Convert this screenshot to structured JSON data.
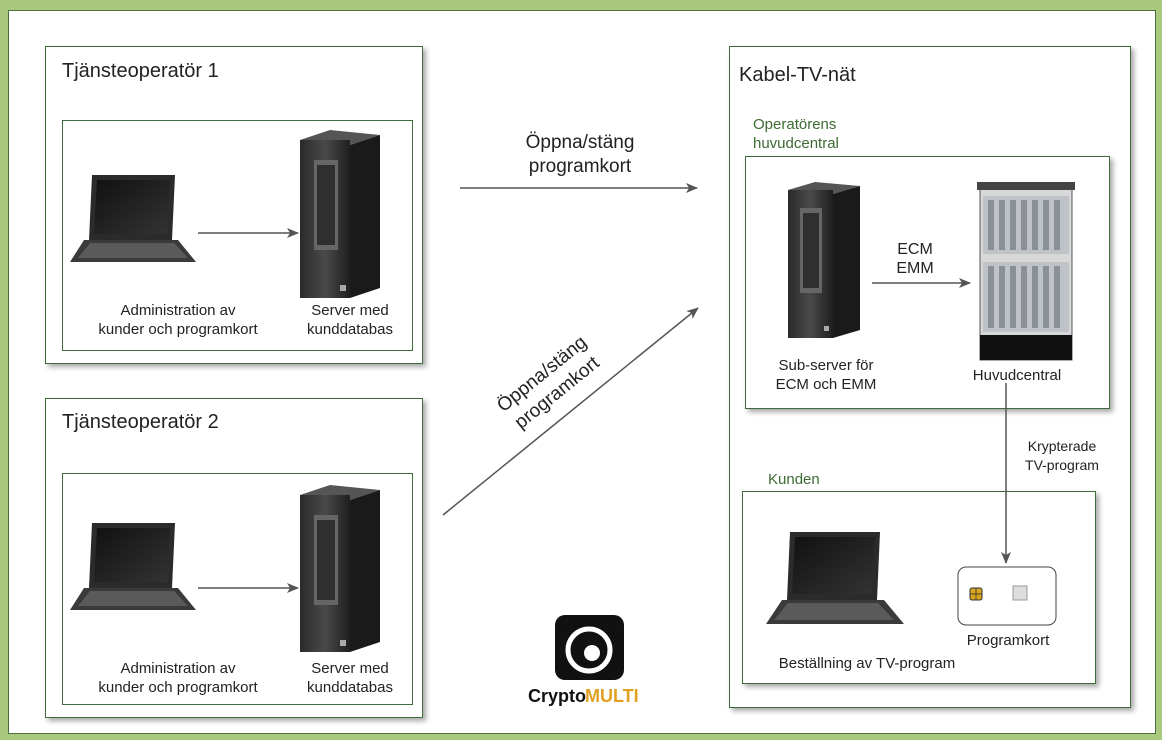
{
  "op1": {
    "title": "Tjänsteoperatör 1",
    "laptop_label": "Administration av\nkunder och programkort",
    "server_label": "Server med\nkunddatabas"
  },
  "op2": {
    "title": "Tjänsteoperatör 2",
    "laptop_label": "Administration av\nkunder och programkort",
    "server_label": "Server med\nkunddatabas"
  },
  "arrow1_label": "Öppna/stäng\nprogramkort",
  "arrow2_label": "Öppna/stäng\nprogramkort",
  "cable": {
    "title": "Kabel-TV-nät",
    "headend_box_title": "Operatörens\nhuvudcentral",
    "subserver_label": "Sub-server för\nECM och EMM",
    "ecm_emm_label": "ECM\nEMM",
    "headend_label": "Huvudcentral",
    "encrypted_label": "Krypterade\nTV-program",
    "customer_box_title": "Kunden",
    "order_label": "Beställning av TV-program",
    "card_label": "Programkort"
  },
  "logo": {
    "text_part1": "Crypto",
    "text_part2": "MULTI",
    "color_part2": "#e0a020"
  },
  "colors": {
    "background": "#a9c97f",
    "box_border": "#3f6a3a",
    "subtitle": "#3d6b33"
  }
}
